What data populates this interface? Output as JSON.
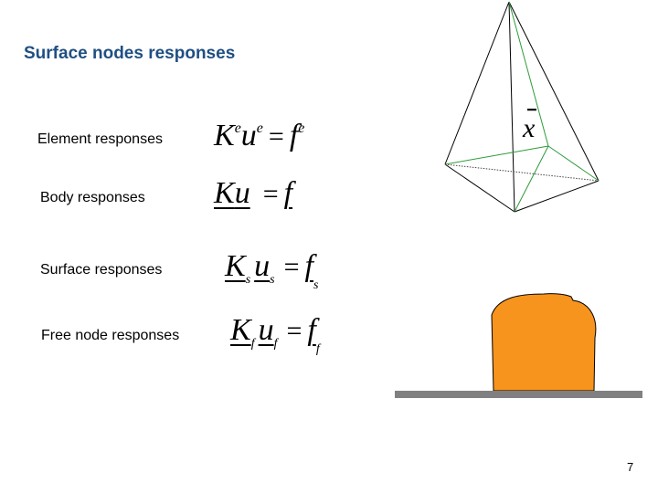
{
  "slide": {
    "title": "Surface nodes responses",
    "page_number": "7"
  },
  "rows": [
    {
      "label": "Element responses",
      "K": "K",
      "K_mark": "e",
      "u": "u",
      "u_mark": "e",
      "eq": "=",
      "f": "f",
      "f_mark": "e"
    },
    {
      "label": "Body responses",
      "K": "K",
      "u": "u",
      "eq": "=",
      "f": "f"
    },
    {
      "label": "Surface responses",
      "K": "K",
      "K_mark": "s",
      "u": "u",
      "u_mark": "s",
      "eq": "=",
      "f": "f",
      "f_mark": "s"
    },
    {
      "label": "Free node responses",
      "K": "K",
      "K_mark": "f",
      "u": "u",
      "u_mark": "f",
      "eq": "=",
      "f": "f",
      "f_mark": "f"
    }
  ],
  "pyramid": {
    "vector_label": "x",
    "edge_color": "#000000",
    "inner_color": "#2e9b3a"
  },
  "blob": {
    "fill": "#f7941d",
    "ground_color": "#808080"
  }
}
